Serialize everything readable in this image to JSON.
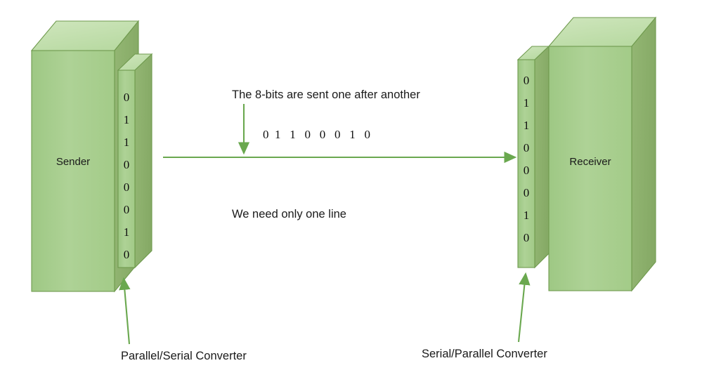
{
  "diagram": {
    "title_hidden": "",
    "colors": {
      "box_front": "#a9cf8f",
      "box_top": "#c3dfae",
      "box_side": "#8cb06c",
      "box_stroke": "#6f9a4e",
      "arrow_green": "#6aa84f",
      "text": "#1a1a1a",
      "background": "#ffffff"
    },
    "sender": {
      "label": "Sender",
      "bits": [
        "0",
        "1",
        "1",
        "0",
        "0",
        "0",
        "1",
        "0"
      ],
      "converter_label": "Parallel/Serial Converter"
    },
    "receiver": {
      "label": "Receiver",
      "bits": [
        "0",
        "1",
        "1",
        "0",
        "0",
        "0",
        "1",
        "0"
      ],
      "converter_label": "Serial/Parallel Converter"
    },
    "channel": {
      "caption": "The 8-bits are sent one after another",
      "serial_stream": "0  1   1   0   0   0   1   0",
      "note": "We need only one line"
    }
  }
}
